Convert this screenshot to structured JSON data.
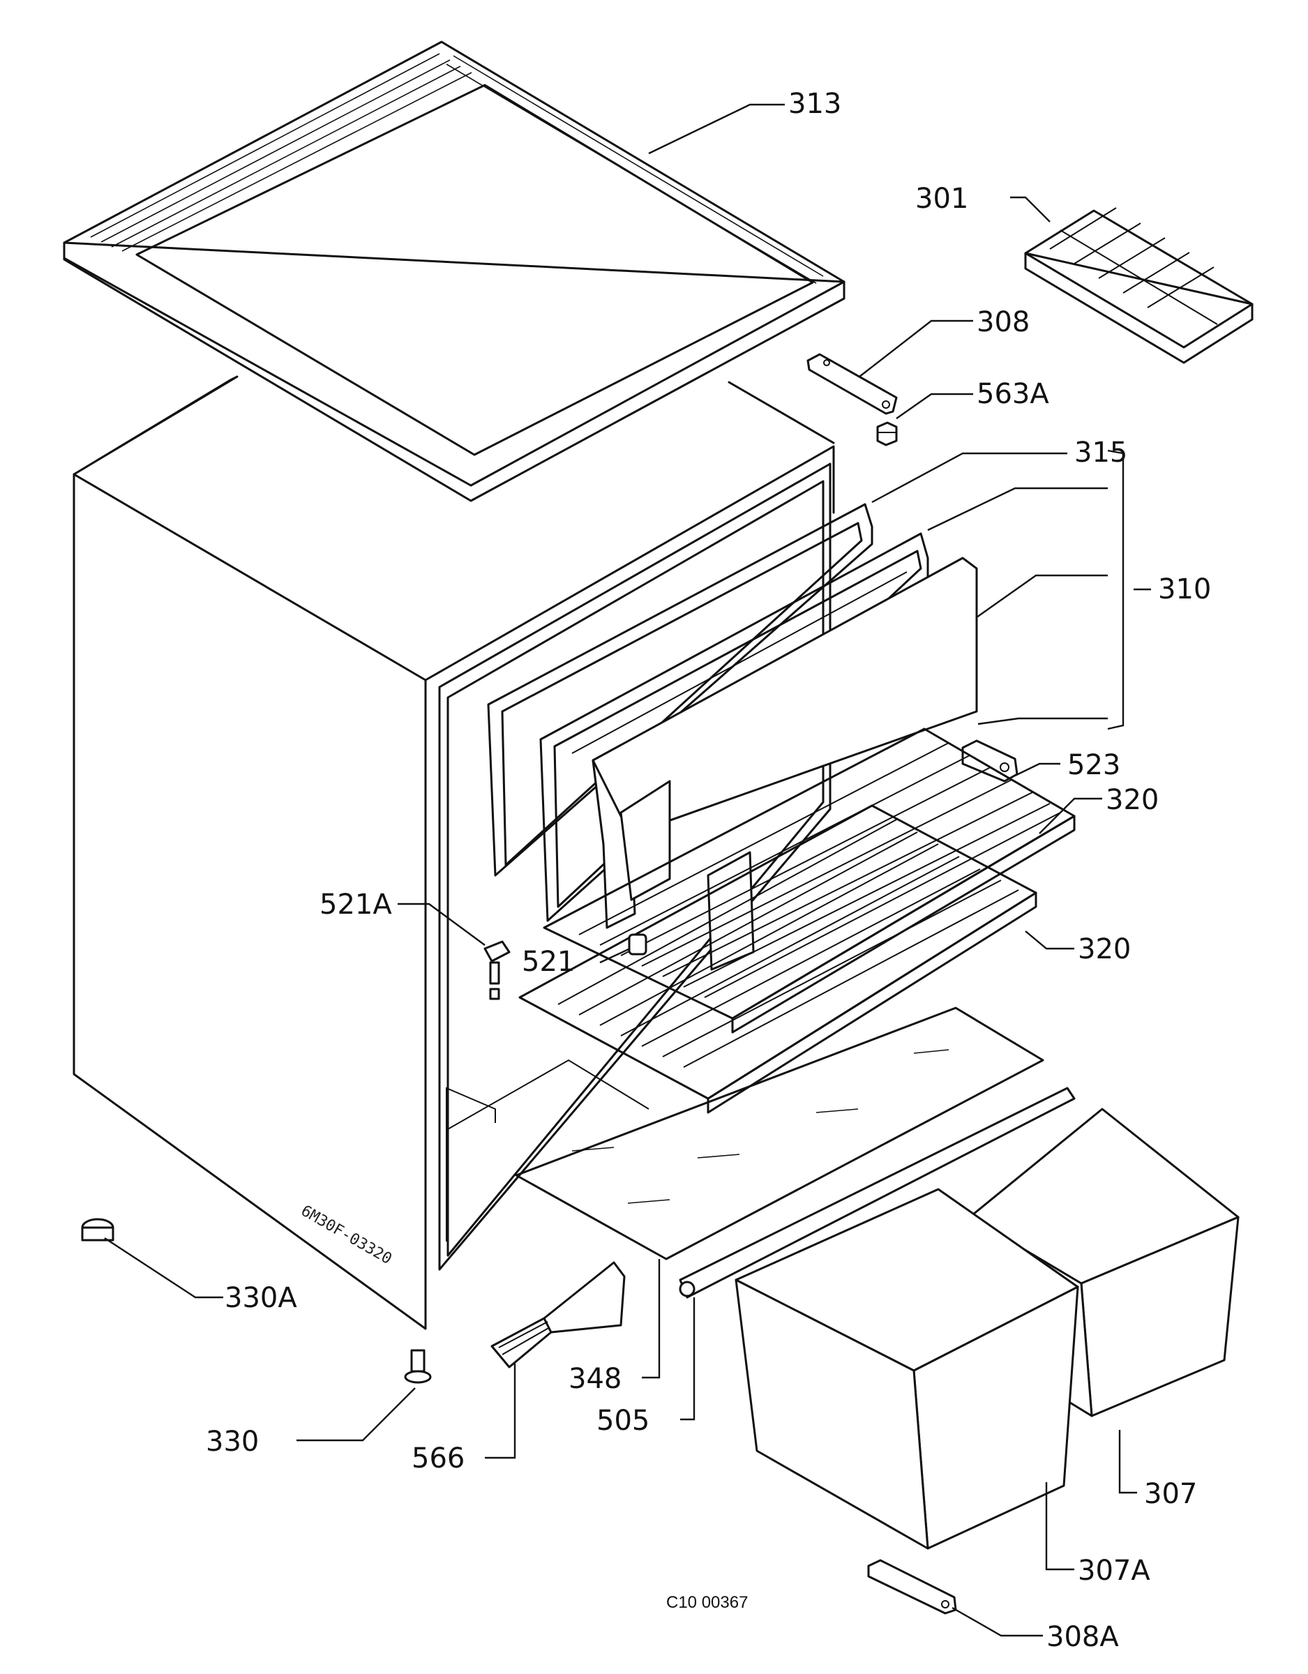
{
  "callouts": {
    "c313": "313",
    "c301": "301",
    "c308": "308",
    "c563A": "563A",
    "c315": "315",
    "c310": "310",
    "c523": "523",
    "c320a": "320",
    "c320b": "320",
    "c521A": "521A",
    "c521": "521",
    "c330A": "330A",
    "c330": "330",
    "c566": "566",
    "c348": "348",
    "c505": "505",
    "c307": "307",
    "c307A": "307A",
    "c308A": "308A"
  },
  "cabinet_stamp": "6M30F-03320",
  "drawing_code": "C10 00367"
}
